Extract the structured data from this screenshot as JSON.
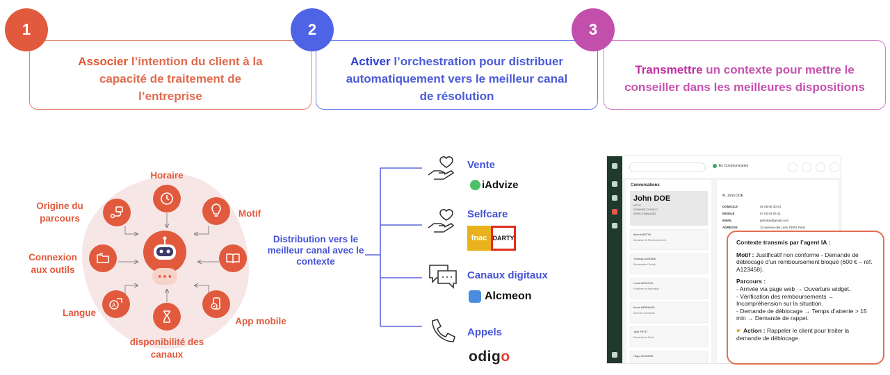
{
  "steps": [
    {
      "number": "1",
      "highlight": "Associer",
      "text": " l’intention du client à la capacité de traitement de l’entreprise"
    },
    {
      "number": "2",
      "highlight": "Activer",
      "text": " l’orchestration pour distribuer automatiquement vers le meilleur canal de résolution"
    },
    {
      "number": "3",
      "highlight": "Transmettre",
      "text": " un contexte pour mettre le conseiller dans les meilleures dispositions"
    }
  ],
  "intent_factors": {
    "horaire": "Horaire",
    "motif": "Motif",
    "origine": "Origine du parcours",
    "connexion": "Connexion aux outils",
    "langue": "Langue",
    "disponibilite": "disponibilité des canaux",
    "app_mobile": "App mobile"
  },
  "distribution_label": "Distribution vers le meilleur canal avec le contexte",
  "channels": {
    "vente": {
      "title": "Vente",
      "logo": "iAdvize"
    },
    "selfcare": {
      "title": "Selfcare",
      "logo_a": "fnac",
      "logo_b": "DARTY"
    },
    "digitaux": {
      "title": "Canaux digitaux",
      "logo": "Alcmeon"
    },
    "appels": {
      "title": "Appels",
      "logo_a": "odig",
      "logo_b": "o"
    }
  },
  "screen": {
    "status": "En Communication",
    "conversations_title": "Conversations",
    "customer_name": "John DOE",
    "customer_rows": [
      "MOTIF",
      "DEMANDE CONTACT",
      "APPELS MANQUÉS"
    ],
    "conversations": [
      {
        "name": "Alice MARTIN",
        "line": "Demande de Remboursement"
      },
      {
        "name": "Thomas DURAND",
        "line": "Réclamation Produit"
      },
      {
        "name": "Louis NGUYEN",
        "line": "Problème de facturation"
      },
      {
        "name": "Kevin BERNARD",
        "line": "Suivi de commande"
      },
      {
        "name": "Julie PETIT",
        "line": "Demande de Devis"
      },
      {
        "name": "Hugo LEMOINE",
        "line": ""
      }
    ],
    "detail_name": "M. John DOE",
    "detail_rows": [
      {
        "label": "DOMICILE",
        "value": "01 08 06 30 04"
      },
      {
        "label": "MOBILE",
        "value": "07 00 04 06 11"
      },
      {
        "label": "EMAIL",
        "value": "johndoe@gmail.com"
      },
      {
        "label": "ADRESSE",
        "value": "10 avenue des Lilas 75001 Paris"
      }
    ]
  },
  "context_panel": {
    "title": "Contexte transmis par l’agent IA :",
    "motif_label": "Motif :",
    "motif_text": " Justificatif non conforme - Demande de déblocage d’un remboursement bloqué (600 € – réf. A123458).",
    "parcours_label": "Parcours :",
    "parcours_lines": [
      "- Arrivée via page web → Ouverture widget.",
      "- Vérification des remboursements → Incompréhension sur la situation.",
      "- Demande de déblocage → Temps d’attente > 15 min → Demande de rappel."
    ],
    "action_label": "Action :",
    "action_text": " Rappeler le client pour traiter la demande de déblocage."
  }
}
